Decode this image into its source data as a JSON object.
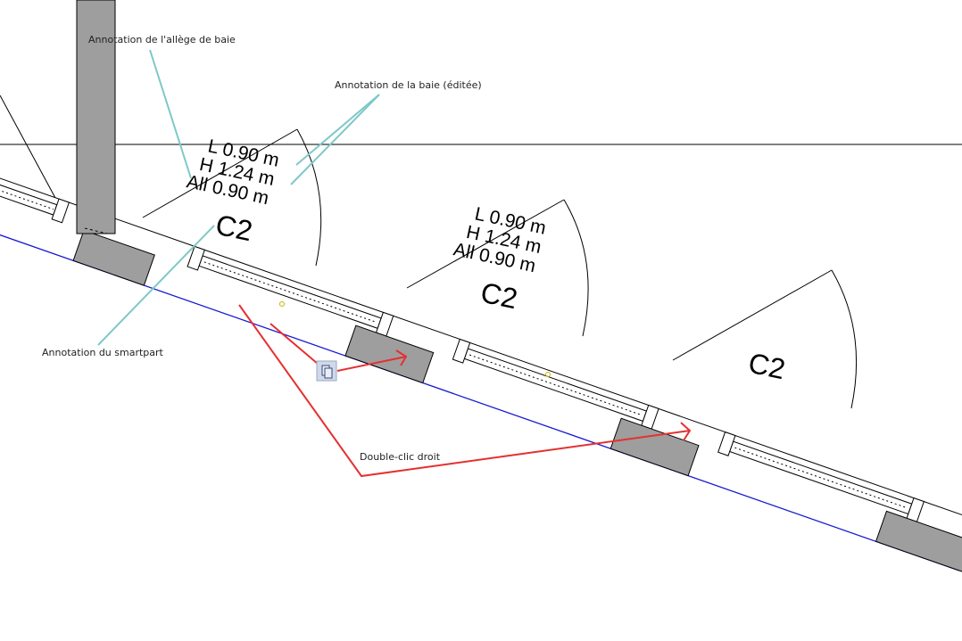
{
  "annotations": {
    "sill": "Annotation de l'allège de baie",
    "opening": "Annotation de la baie (éditée)",
    "smartpart": "Annotation du smartpart",
    "action": "Double-clic droit"
  },
  "windows": [
    {
      "w": "L 0.90 m",
      "h": "H 1.24 m",
      "sill": "All 0.90 m",
      "tag": "C2"
    },
    {
      "w": "L 0.90 m",
      "h": "H 1.24 m",
      "sill": "All 0.90 m",
      "tag": "C2"
    },
    {
      "tag": "C2"
    }
  ],
  "colors": {
    "leader": "#7ec8c8",
    "arrow": "#e53030",
    "wall_edge": "#1a1adf",
    "pier": "#9e9e9e"
  },
  "icons": {
    "smartpart_marker": "copy-icon"
  }
}
